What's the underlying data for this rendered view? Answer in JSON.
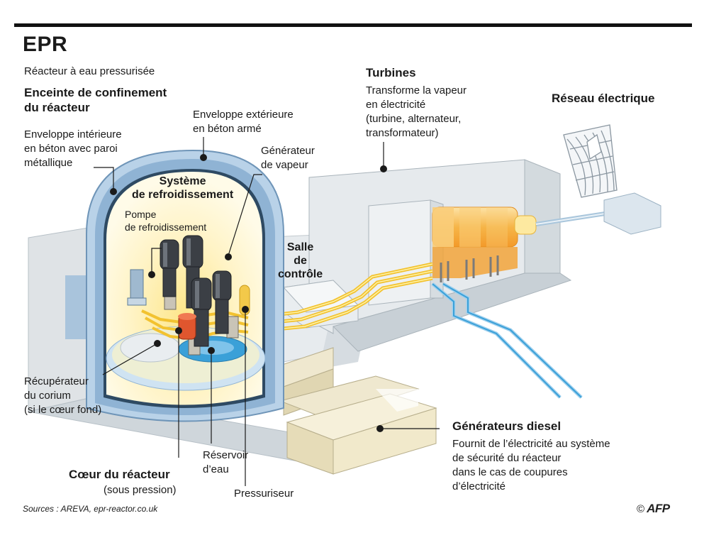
{
  "header": {
    "title": "EPR",
    "subtitle": "Réacteur à eau pressurisée"
  },
  "labels": {
    "containment_heading": "Enceinte de confinement\ndu réacteur",
    "outer_shell": "Enveloppe extérieure\nen béton armé",
    "inner_shell": "Enveloppe intérieure\nen béton avec paroi\nmétallique",
    "cooling_system": "Système\nde refroidissement",
    "cooling_pump": "Pompe\nde refroidissement",
    "steam_generator": "Générateur\nde vapeur",
    "control_room": "Salle\nde\ncontrôle",
    "turbines_heading": "Turbines",
    "turbines_desc": "Transforme la vapeur\nen électricité\n(turbine, alternateur,\ntransformateur)",
    "grid_heading": "Réseau électrique",
    "corium": "Récupérateur\ndu corium\n(si le cœur fond)",
    "core_heading": "Cœur du réacteur",
    "core_sub": "(sous pression)",
    "water_tank": "Réservoir\nd’eau",
    "pressurizer": "Pressuriseur",
    "diesel_heading": "Générateurs diesel",
    "diesel_desc": "Fournit de l’électricité au système\nde sécurité du réacteur\ndans le cas de coupures\nd’électricité"
  },
  "footer": {
    "sources": "Sources : AREVA, epr-reactor.co.uk",
    "copyright": "©",
    "agency": "AFP"
  },
  "colors": {
    "concrete": "#dfe3e6",
    "concrete_dark": "#c9d0d5",
    "dome_ring": "#8fb3d4",
    "dome_inner": "#fff5cf",
    "glow": "#f7d64a",
    "pipe": "#f2c230",
    "turbine": "#f6b548",
    "water": "#3aa0d8",
    "leader": "#1a1a1a"
  }
}
